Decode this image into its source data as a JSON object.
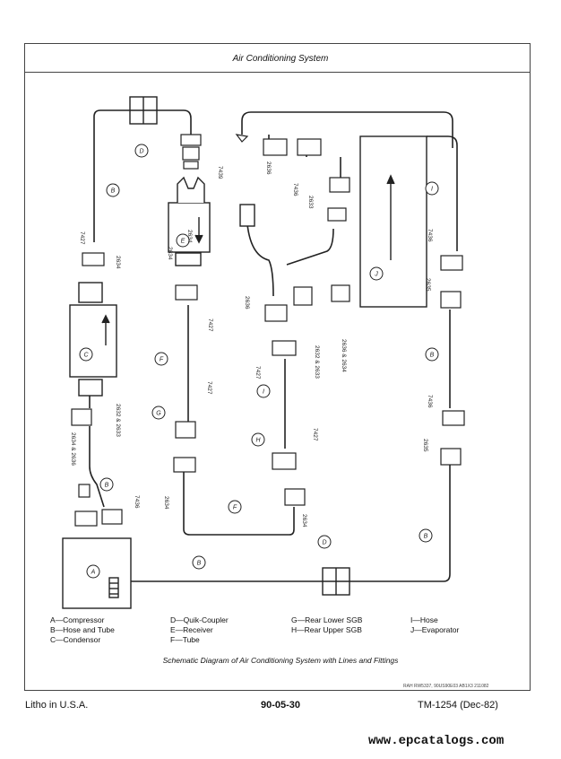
{
  "header": {
    "title": "Air Conditioning System"
  },
  "diagram": {
    "part_labels": {
      "a": "A",
      "b1": "B",
      "b2": "B",
      "b3": "B",
      "b4": "B",
      "b5": "B",
      "c": "C",
      "d1": "D",
      "d2": "D",
      "e": "E",
      "f1": "F",
      "f2": "F",
      "g": "G",
      "h": "H",
      "i1": "I",
      "i2": "I",
      "j": "J"
    },
    "fitting_codes": {
      "n7439": "7439",
      "n7427a": "7427",
      "n2634a": "2634",
      "n2634b": "2634",
      "n7427b": "7427",
      "n7427c": "7427",
      "n7427d": "7427",
      "n7427e": "7427",
      "n2632": "2632 & 2633",
      "n2634c": "2634 & 2636",
      "n7436a": "7436",
      "n2634d": "2634",
      "n2634e": "2634",
      "n2636a": "2636",
      "n7436b": "7436",
      "n2633a": "2633",
      "n2636b": "2636",
      "n2632b": "2632 & 2633",
      "n2636c": "2636 & 2634",
      "n7436c": "7436",
      "n2635a": "2635",
      "n7436d": "7436",
      "n2635b": "2635",
      "n2634f": "2634"
    }
  },
  "legend": {
    "col1": [
      "A—Compressor",
      "B—Hose and Tube",
      "C—Condensor"
    ],
    "col2": [
      "D—Quik-Coupler",
      "E—Receiver",
      "F—Tube"
    ],
    "col3": [
      "G—Rear Lower SGB",
      "H—Rear Upper SGB"
    ],
    "col4": [
      "I—Hose",
      "J—Evaporator"
    ]
  },
  "caption": "Schematic Diagram of Air Conditioning System with Lines and Fittings",
  "image_code": "RAH RW5337, 90US90E03 AB1X3 211082",
  "footer": {
    "left": "Litho in U.S.A.",
    "center": "90-05-30",
    "right": "TM-1254 (Dec-82)"
  },
  "watermark": "www.epcatalogs.com",
  "colors": {
    "ink": "#222222",
    "background": "#ffffff"
  }
}
